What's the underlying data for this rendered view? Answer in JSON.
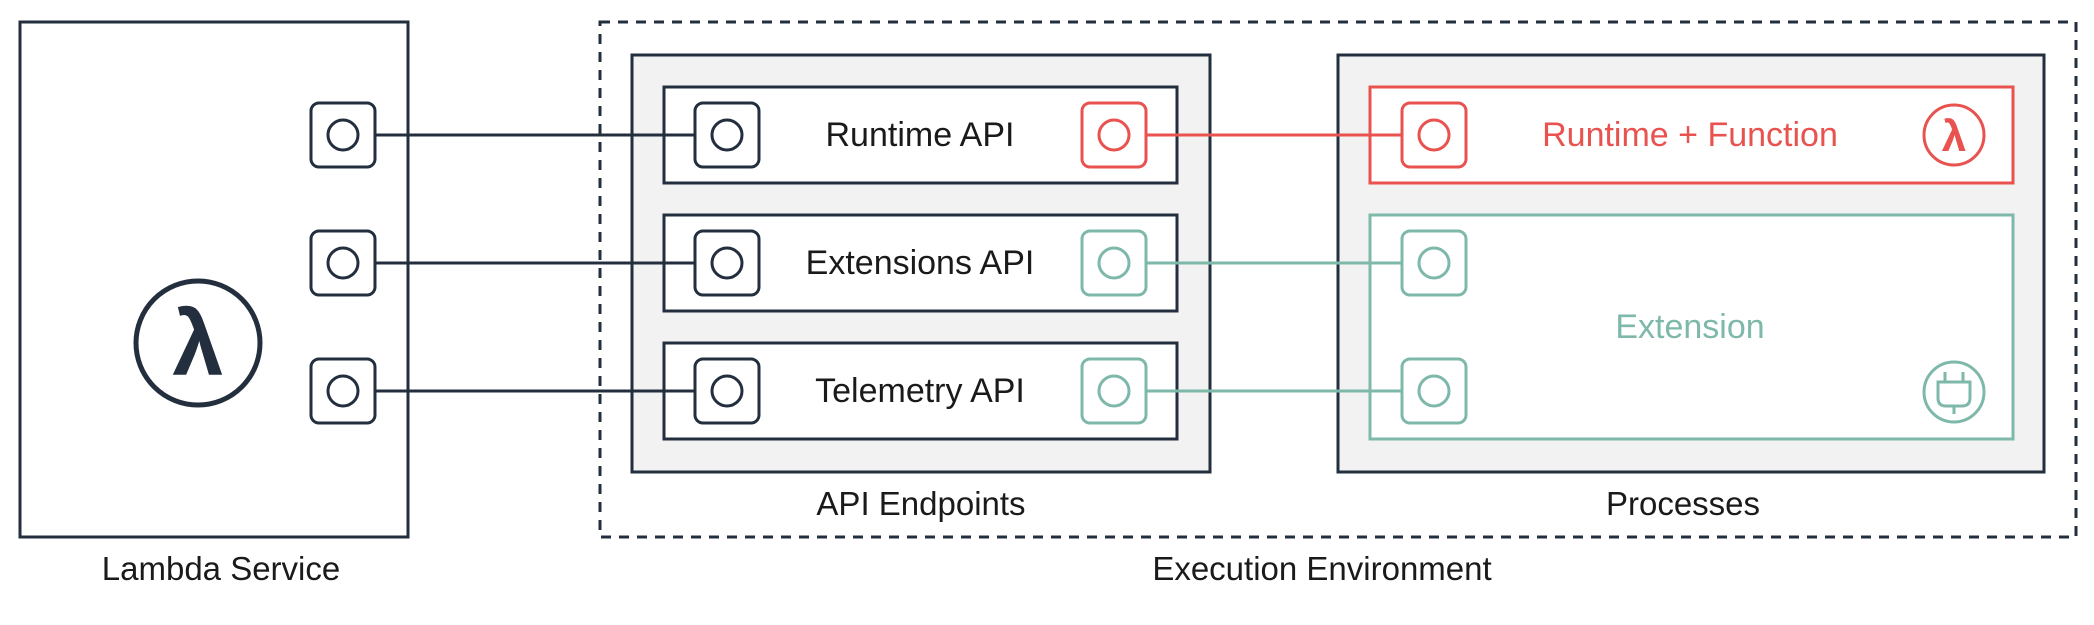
{
  "lambda_service": {
    "label": "Lambda Service",
    "icon": "lambda-icon"
  },
  "execution_environment": {
    "label": "Execution Environment"
  },
  "api_endpoints": {
    "label": "API Endpoints",
    "items": [
      {
        "label": "Runtime API",
        "port_color": "#e8524f"
      },
      {
        "label": "Extensions API",
        "port_color": "#7eb8aa"
      },
      {
        "label": "Telemetry API",
        "port_color": "#7eb8aa"
      }
    ]
  },
  "processes": {
    "label": "Processes",
    "runtime_function": {
      "label": "Runtime + Function",
      "color": "#e8524f",
      "icon": "lambda-icon"
    },
    "extension": {
      "label": "Extension",
      "color": "#7eb8aa",
      "icon": "plug-icon"
    }
  },
  "colors": {
    "dark": "#232f3e",
    "red": "#e8524f",
    "teal": "#7eb8aa",
    "panel_bg": "#f2f2f2"
  }
}
